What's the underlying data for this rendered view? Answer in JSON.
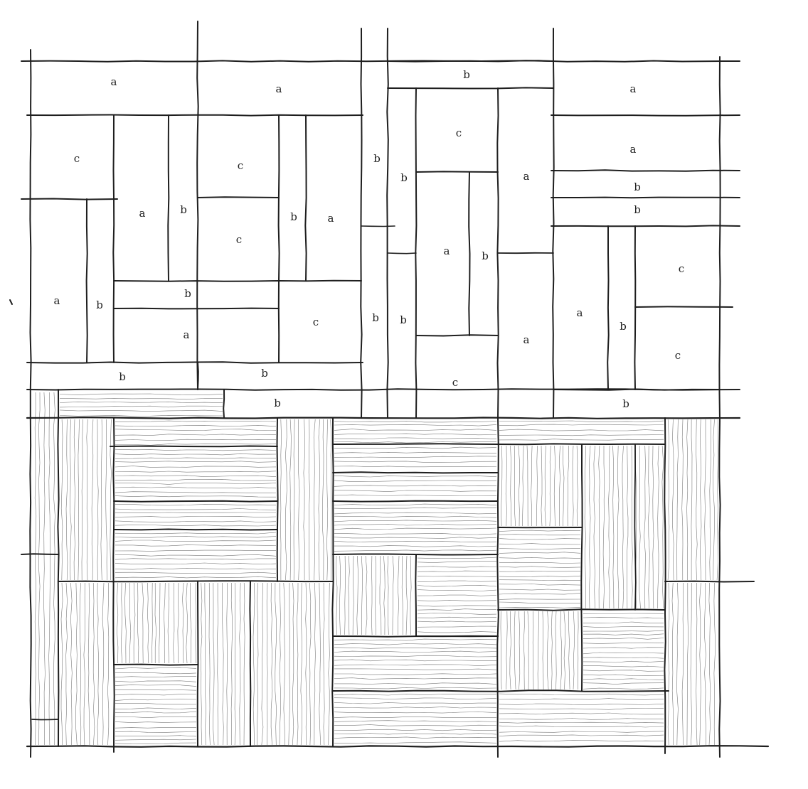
{
  "labels": {
    "a": "a",
    "b": "b",
    "c": "c"
  },
  "colors": {
    "ink": "#1e1e1e",
    "grain": "#7a7a7a",
    "paper": "#ffffff"
  }
}
